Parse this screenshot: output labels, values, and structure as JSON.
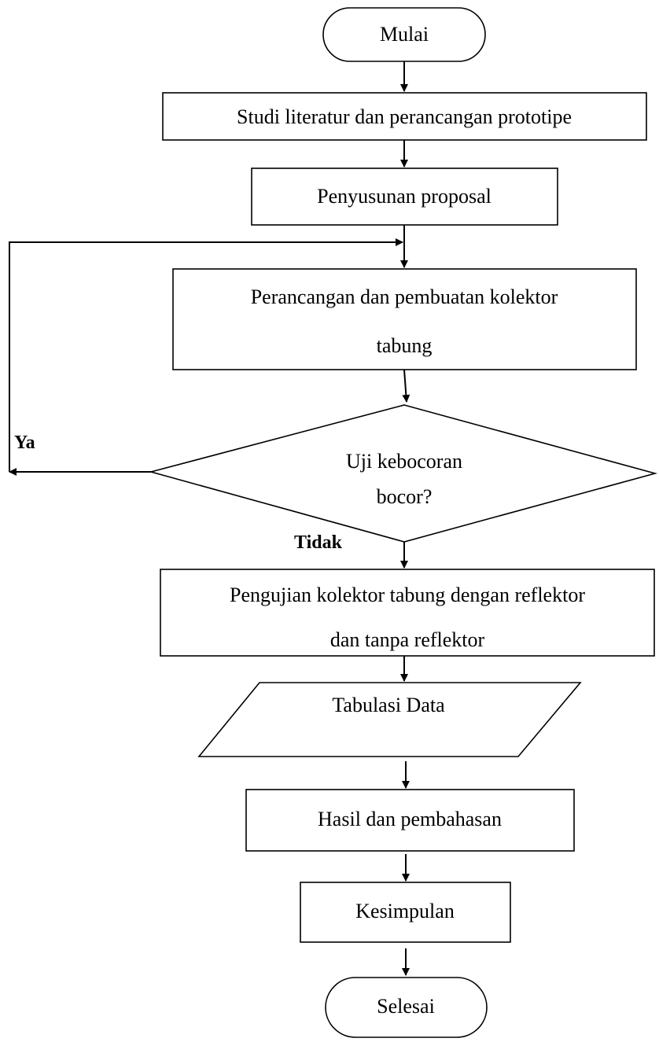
{
  "flowchart": {
    "start": {
      "label": "Mulai"
    },
    "steps": {
      "studi_literatur": {
        "label": "Studi literatur dan perancangan prototipe"
      },
      "penyusunan_proposal": {
        "label": "Penyusunan proposal"
      },
      "perancangan": {
        "line1": "Perancangan dan pembuatan kolektor",
        "line2": "tabung"
      },
      "pengujian": {
        "line1": "Pengujian kolektor tabung dengan reflektor",
        "line2": "dan tanpa reflektor"
      },
      "tabulasi": {
        "label": "Tabulasi Data"
      },
      "hasil": {
        "label": "Hasil dan pembahasan"
      },
      "kesimpulan": {
        "label": "Kesimpulan"
      }
    },
    "decision": {
      "line1": "Uji kebocoran",
      "line2": "bocor?"
    },
    "branch_labels": {
      "yes": "Ya",
      "no": "Tidak"
    },
    "end": {
      "label": "Selesai"
    }
  }
}
